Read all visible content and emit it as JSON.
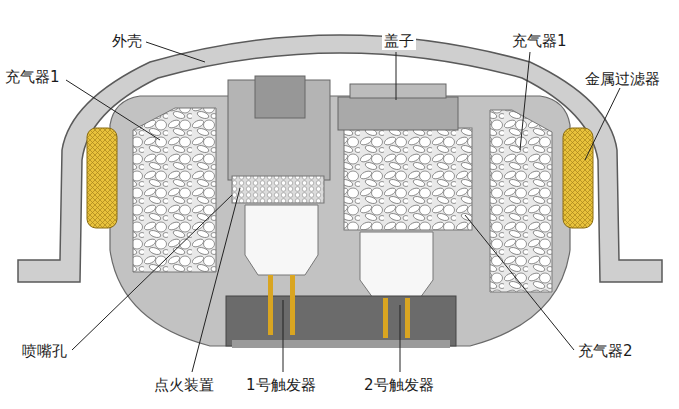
{
  "diagram": {
    "labels": [
      "外壳",
      "充气器1",
      "盖子",
      "充气器1",
      "金属过滤器",
      "喷嘴孔",
      "点火装置",
      "1号触发器",
      "2号触发器",
      "充气器2"
    ]
  }
}
